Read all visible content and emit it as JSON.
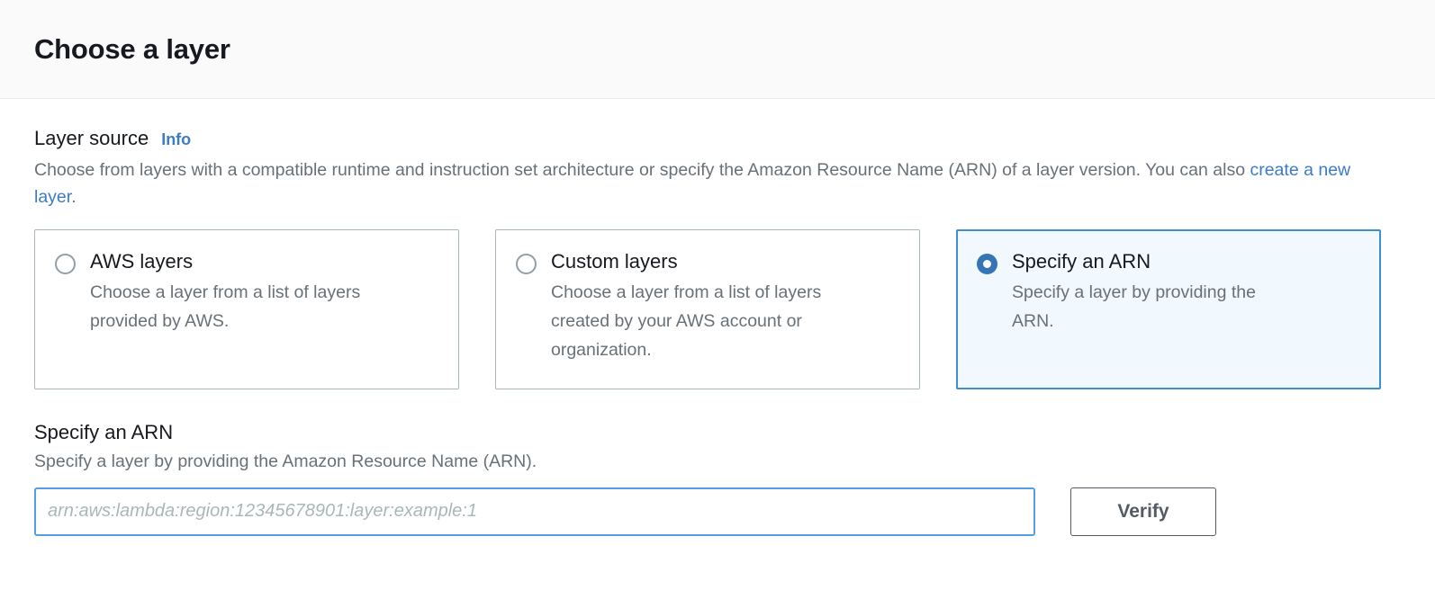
{
  "header": {
    "title": "Choose a layer"
  },
  "layer_source": {
    "label": "Layer source",
    "info_label": "Info",
    "description_before": "Choose from layers with a compatible runtime and instruction set architecture or specify the Amazon Resource Name (ARN) of a layer version. You can also ",
    "description_link": "create a new layer",
    "description_after": ".",
    "options": [
      {
        "title": "AWS layers",
        "description": "Choose a layer from a list of layers provided by AWS.",
        "selected": false
      },
      {
        "title": "Custom layers",
        "description": "Choose a layer from a list of layers created by your AWS account or organization.",
        "selected": false
      },
      {
        "title": "Specify an ARN",
        "description": "Specify a layer by providing the ARN.",
        "selected": true
      }
    ]
  },
  "arn_section": {
    "title": "Specify an ARN",
    "description": "Specify a layer by providing the Amazon Resource Name (ARN).",
    "input_value": "",
    "input_placeholder": "arn:aws:lambda:region:12345678901:layer:example:1",
    "verify_label": "Verify"
  },
  "colors": {
    "accent_blue": "#3574b5",
    "link_blue": "#3b7cc4",
    "selected_card_bg": "#f1f8fe",
    "selected_card_border": "#3d8fd1",
    "input_focus_border": "#539fe5",
    "card_border": "#aab7b8",
    "text_primary": "#16191f",
    "text_secondary": "#687078",
    "button_border": "#545b64",
    "header_bg": "#fafafa"
  }
}
